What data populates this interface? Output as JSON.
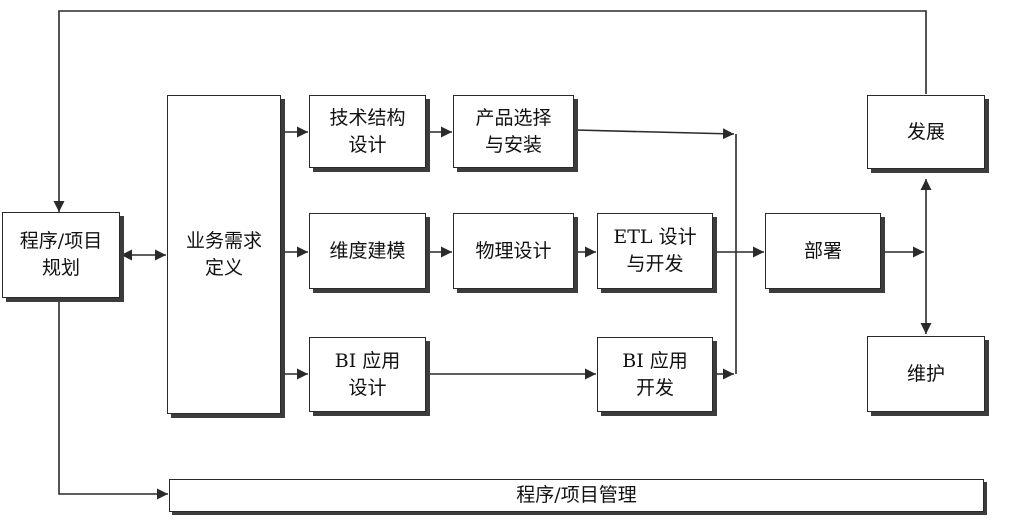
{
  "diagram": {
    "nodes": {
      "planning": "程序/项目\n规划",
      "requirements": "业务需求\n定义",
      "tech_arch": "技术结构\n设计",
      "product": "产品选择\n与安装",
      "dim_model": "维度建模",
      "physical": "物理设计",
      "etl": "ETL 设计\n与开发",
      "bi_design": "BI 应用\n设计",
      "bi_dev": "BI 应用\n开发",
      "deploy": "部署",
      "growth": "发展",
      "maintenance": "维护",
      "management": "程序/项目管理"
    },
    "colors": {
      "line": "#2a2a2a",
      "shadow": "#3c3c3c",
      "fill": "#ffffff"
    }
  }
}
